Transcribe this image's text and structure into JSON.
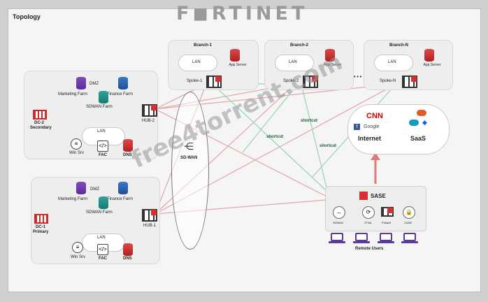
{
  "header": {
    "logo_text": "F◼RTINET",
    "title": "Topology"
  },
  "dc2": {
    "name": "DC-2",
    "sub": "Secondary",
    "dmz": "DMZ",
    "marketing": "Marketing Farm",
    "finance": "Finance Farm",
    "sdwan": "SDWAN Farm",
    "lan": "LAN",
    "winsrv": "Win Srv",
    "fac": "FAC",
    "dns": "DNS",
    "hub": "HUB-2"
  },
  "dc1": {
    "name": "DC-1",
    "sub": "Primary",
    "dmz": "DMZ",
    "marketing": "Marketing Farm",
    "finance": "Finance Farm",
    "sdwan": "SDWAN Farm",
    "lan": "LAN",
    "winsrv": "Win Srv",
    "fac": "FAC",
    "dns": "DNS",
    "hub": "HUB-1"
  },
  "branches": [
    {
      "name": "Branch-1",
      "lan": "LAN",
      "server": "App Server",
      "spoke": "Spoke-1"
    },
    {
      "name": "Branch-2",
      "lan": "LAN",
      "server": "App Server",
      "spoke": "Spoke-2"
    },
    {
      "name": "Branch-N",
      "lan": "LAN",
      "server": "App Server",
      "spoke": "Spoke-N"
    }
  ],
  "ellipsis": "• • •",
  "sdwan_label": "SD-WAN",
  "shortcuts": [
    "shortcut",
    "shortcut",
    "shortcut"
  ],
  "cloud": {
    "cnn": "CNN",
    "google": "Google",
    "internet": "Internet",
    "saas": "SaaS"
  },
  "sase": {
    "title": "SASE",
    "items": [
      "SDWAN",
      "ZTNA",
      "FWaaS",
      "CASB"
    ]
  },
  "remote_users": "Remote Users",
  "watermark": "free4torrent.com",
  "colors": {
    "red_link": "#e0a0a0",
    "green_link": "#8fd0ae",
    "brand_red": "#d73030",
    "arrow": "#e07a7a"
  }
}
